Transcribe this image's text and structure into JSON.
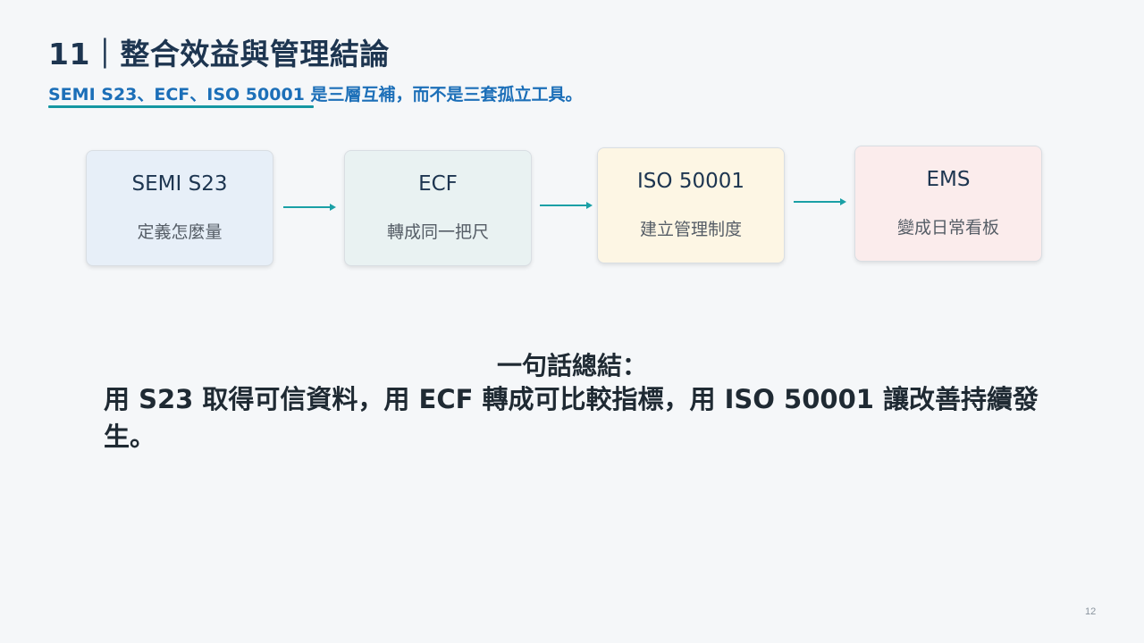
{
  "slide": {
    "title": "11｜整合效益與管理結論",
    "subtitle": "SEMI S23、ECF、ISO 50001 是三層互補，而不是三套孤立工具。",
    "page_number": "12"
  },
  "flow": {
    "steps": [
      {
        "title": "SEMI S23",
        "desc": "定義怎麼量",
        "bg": "#e7eff8"
      },
      {
        "title": "ECF",
        "desc": "轉成同一把尺",
        "bg": "#e9f2f2"
      },
      {
        "title": "ISO 50001",
        "desc": "建立管理制度",
        "bg": "#fdf6e4"
      },
      {
        "title": "EMS",
        "desc": "變成日常看板",
        "bg": "#fbecec"
      }
    ],
    "arrow_color": "#1aa0a6"
  },
  "summary": {
    "heading": "一句話總結：",
    "body": "用 S23 取得可信資料，用 ECF 轉成可比較指標，用 ISO 50001 讓改善持續發生。"
  }
}
